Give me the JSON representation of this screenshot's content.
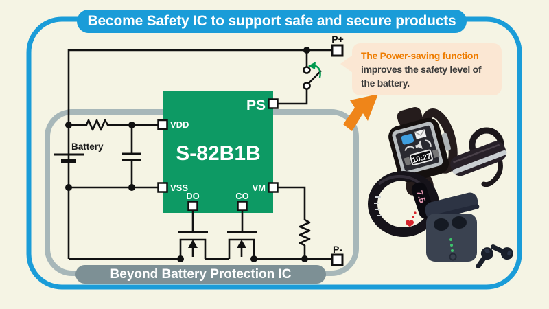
{
  "banner": {
    "title": "Become Safety IC to support safe and secure products"
  },
  "chip": {
    "label": "S-82B1B",
    "pins": {
      "ps": "PS",
      "vdd": "VDD",
      "vss": "VSS",
      "do": "DO",
      "co": "CO",
      "vm": "VM"
    }
  },
  "terminals": {
    "positive": "P+",
    "negative": "P-"
  },
  "battery_label": "Battery",
  "callout": {
    "line1": "The Power-saving function",
    "line2": "improves the safety level of",
    "line3": "the battery."
  },
  "footer_badge": "Beyond Battery Protection IC",
  "devices": {
    "smartwatch_time": "10:27",
    "fitness_band_reading": "7.5"
  },
  "colors": {
    "background": "#f5f4e4",
    "accent_blue": "#1a9cd8",
    "chip_green": "#0d9a64",
    "outline_gray": "#a7b7b9",
    "badge_gray": "#7d9095",
    "callout_bg": "#fbe7d3",
    "callout_orange": "#ee7c00",
    "arrow_orange": "#ef8519",
    "switch_arrow_green": "#009a4e",
    "wire_black": "#111111"
  }
}
